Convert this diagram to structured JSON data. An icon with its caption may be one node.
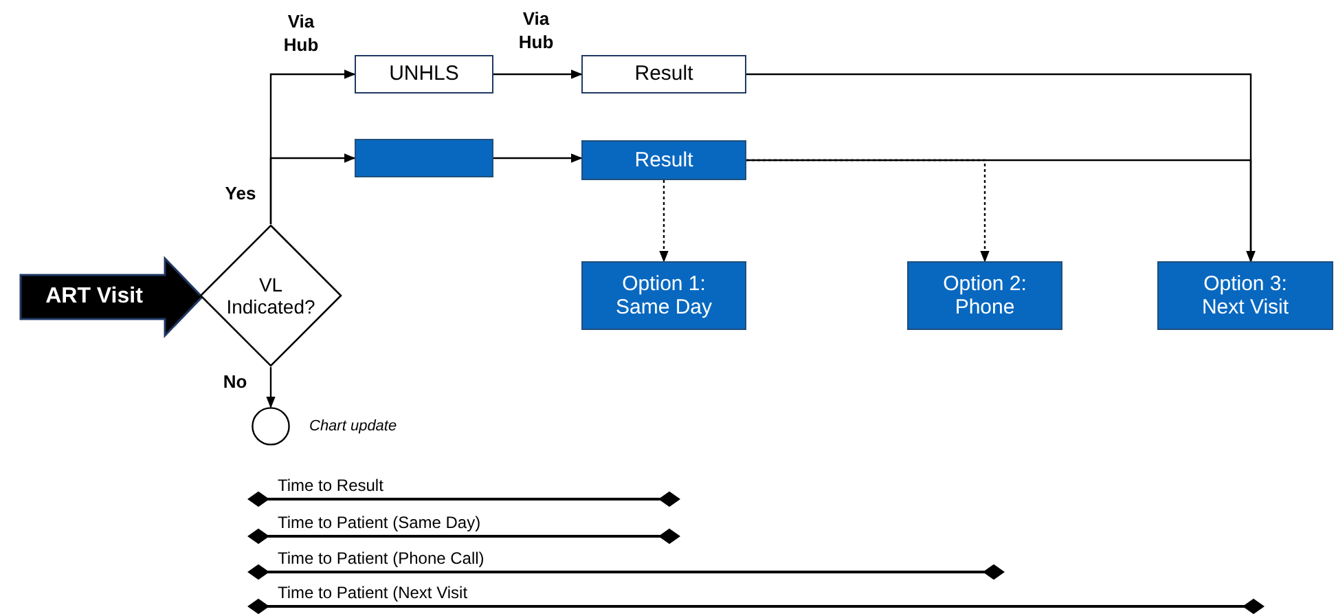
{
  "diagram": {
    "nodes": [
      {
        "text": [
          "ART Visit"
        ]
      },
      {
        "text": [
          "VL Indicated?"
        ]
      },
      {
        "text": [
          "UNHLS"
        ]
      },
      {
        "text": [
          "Result"
        ]
      },
      {
        "text": [],
        "shape": "box"
      },
      {
        "text": [
          "Result"
        ]
      },
      {
        "text": [
          "Option 1: Same Day"
        ]
      },
      {
        "text": [
          "Option 2: Phone"
        ]
      },
      {
        "text": [
          "Option 3: Next Visit"
        ]
      },
      {
        "text": [],
        "shape": "circle",
        "beside": [
          "Chart update"
        ]
      }
    ],
    "edges": [
      {
        "from": 1,
        "to": 2,
        "arrow": "to",
        "label": "Via Hub"
      },
      {
        "from": 2,
        "to": 3,
        "arrow": "to",
        "label": "Via Hub"
      },
      {
        "from": 1,
        "to": 4,
        "arrow": "to",
        "label": "Yes"
      },
      {
        "from": 4,
        "to": 5,
        "arrow": "to"
      },
      {
        "from": 3,
        "to": 8,
        "arrow": "to"
      },
      {
        "from": 5,
        "to": 8,
        "arrow": "to"
      },
      {
        "from": 5,
        "to": 6,
        "arrow": "to",
        "style": "dashed"
      },
      {
        "from": 5,
        "to": 7,
        "arrow": "to",
        "style": "dashed"
      },
      {
        "from": 1,
        "to": 9,
        "arrow": "to",
        "label": "No"
      }
    ],
    "labels": [
      "Time to Result",
      "Time to Patient (Same Day)",
      "Time to Patient (Phone Call)",
      "Time to Patient (Next Visit"
    ]
  }
}
